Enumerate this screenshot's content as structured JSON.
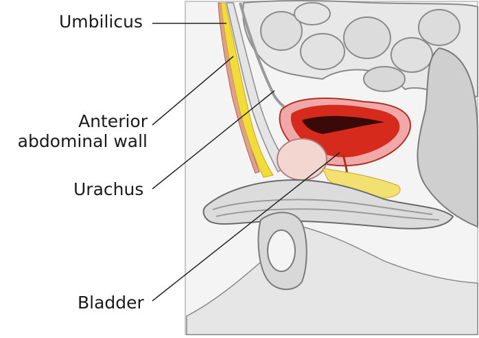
{
  "labels": {
    "umbilicus": "Umbilicus",
    "anterior_line1": "Anterior",
    "anterior_line2": "abdominal wall",
    "urachus": "Urachus",
    "bladder": "Bladder"
  },
  "colors": {
    "frame": "#c8c8c8",
    "skin_gray": "#d9d9d9",
    "fat_yellow": "#f2dc3a",
    "bladder_red": "#d62a1c",
    "bladder_pink": "#f0a8a8",
    "leader_line": "#222222"
  }
}
